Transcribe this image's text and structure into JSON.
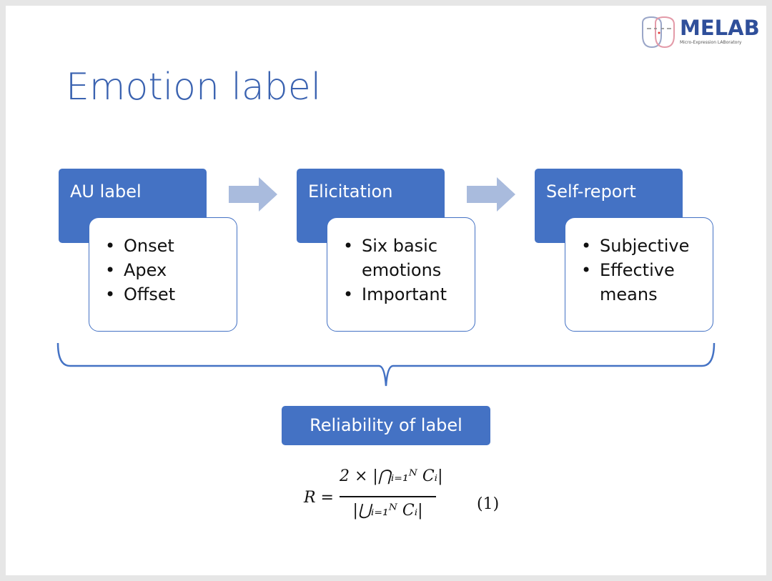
{
  "slide": {
    "title": "Emotion label",
    "logo": {
      "text": "MELAB",
      "subtitle": "Micro-Expression LABoratory"
    },
    "steps": [
      {
        "header": "AU label",
        "bullets": [
          "Onset",
          "Apex",
          "Offset"
        ]
      },
      {
        "header": "Elicitation",
        "bullets": [
          "Six basic emotions",
          "Important"
        ]
      },
      {
        "header": "Self-report",
        "bullets": [
          "Subjective",
          "Effective means"
        ]
      }
    ],
    "result": "Reliability of label",
    "formula": {
      "lhs": "R =",
      "numerator": "2 × |⋂ᵢ₌₁ᴺ Cᵢ|",
      "denominator": "|⋃ᵢ₌₁ᴺ Cᵢ|",
      "number": "(1)"
    }
  },
  "colors": {
    "accent": "#4472c4",
    "arrow": "#a9bbdd",
    "title": "#3a62b0"
  }
}
